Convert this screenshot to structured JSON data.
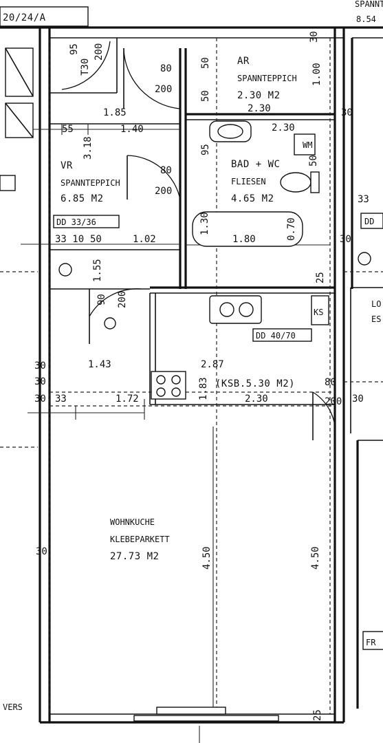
{
  "header": {
    "code": "20/24/A",
    "right_room": "SPANNTEP",
    "right_dim": "8.54"
  },
  "rooms": {
    "ar": {
      "name": "AR",
      "floor": "SPANNTEPPICH",
      "area": "2.30 M2"
    },
    "bad": {
      "name": "BAD + WC",
      "floor": "FLIESEN",
      "area": "4.65 M2"
    },
    "vr": {
      "name": "VR",
      "floor": "SPANNTEPPICH",
      "area": "6.85 M2"
    },
    "ksb": {
      "label": "(KSB.5.30 M2)"
    },
    "wohnkueche": {
      "name": "WOHNKUCHE",
      "floor": "KLEBEPARKETT",
      "area": "27.73 M2"
    }
  },
  "labels": {
    "wm": "WM",
    "ks": "KS",
    "dd_vr": "DD 33/36",
    "dd_ksb": "DD 40/70",
    "right_dd": "DD",
    "right_room": "LO",
    "right_room2": "ES",
    "vers": "VERS",
    "fr": "FR"
  },
  "dimensions": {
    "d_55": "55",
    "d_140": "1.40",
    "d_185": "1.85",
    "d_318": "3.18",
    "d_230_ar": "2.30",
    "d_230_bad": "2.30",
    "d_80_a": "80",
    "d_200_a": "200",
    "d_80_b": "80",
    "d_200_b": "200",
    "d_50_a": "50",
    "d_50_b": "50",
    "d_95": "95",
    "d_100": "1.00",
    "d_50_c": "50",
    "d_130": "1.30",
    "d_180": "1.80",
    "d_070": "0.70",
    "d_102": "1.02",
    "d_3310": "33 10",
    "d_50_d": "50",
    "d_155": "1.55",
    "d_90": "90",
    "d_200_c": "200",
    "d_143": "1.43",
    "d_30_a": "30",
    "d_30_b": "30",
    "d_30_c": "30",
    "d_33": "33",
    "d_172": "1.72",
    "d_287": "2.87",
    "d_183": "1.83",
    "d_230_ksb": "2.30",
    "d_80_c": "80",
    "d_200_d": "200",
    "d_450_a": "4.50",
    "d_450_b": "4.50",
    "d_30_d": "30",
    "d_30_top": "30",
    "d_95_door": "95",
    "d_200_door": "200",
    "d_t30": "T30",
    "d_r30": "30",
    "d_r33": "33",
    "d_r30b": "30",
    "d_r30c": "30",
    "d_2_5": "25",
    "d_25_b": "25"
  }
}
